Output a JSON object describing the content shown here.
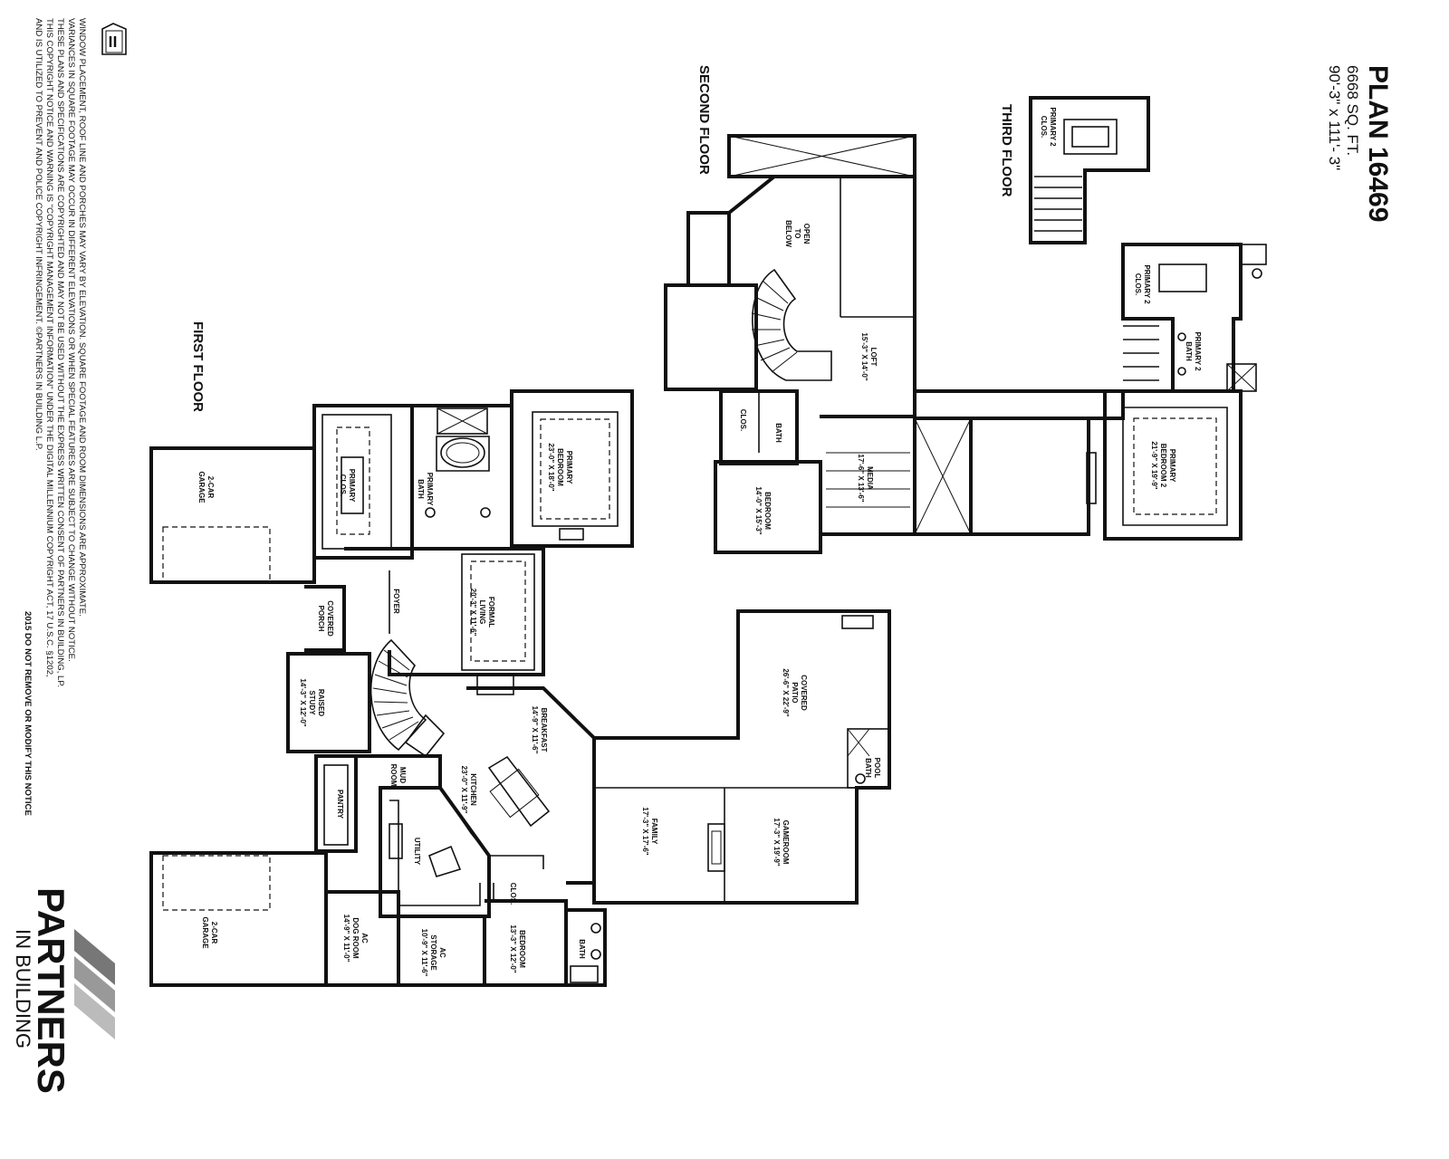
{
  "plan": {
    "title": "PLAN 16469",
    "square_feet": "6668 SQ. FT.",
    "dimensions": "90'-3\" x 111'- 3\""
  },
  "floors": {
    "first": "FIRST FLOOR",
    "second": "SECOND FLOOR",
    "third": "THIRD FLOOR"
  },
  "rooms": {
    "first_floor": [
      {
        "name": "2-CAR GARAGE (NORTH)",
        "line1": "2-CAR",
        "line2": "GARAGE",
        "line3": ""
      },
      {
        "name": "PRIMARY CLOS.",
        "line1": "PRIMARY",
        "line2": "CLOS.",
        "line3": ""
      },
      {
        "name": "PRIMARY BATH",
        "line1": "PRIMARY",
        "line2": "BATH",
        "line3": ""
      },
      {
        "name": "PRIMARY BEDROOM",
        "line1": "PRIMARY",
        "line2": "BEDROOM",
        "line3": "23'-0\" X 18'-0\""
      },
      {
        "name": "COVERED PORCH",
        "line1": "COVERED",
        "line2": "PORCH",
        "line3": ""
      },
      {
        "name": "FOYER",
        "line1": "FOYER",
        "line2": "",
        "line3": ""
      },
      {
        "name": "FORMAL LIVING",
        "line1": "FORMAL",
        "line2": "LIVING",
        "line3": "20'-3\" X 11'-6\""
      },
      {
        "name": "RAISED STUDY",
        "line1": "RAISED",
        "line2": "STUDY",
        "line3": "14'-3\" X 12'-0\""
      },
      {
        "name": "BREAKFAST",
        "line1": "BREAKFAST",
        "line2": "14'-9\" X 11'-6\"",
        "line3": ""
      },
      {
        "name": "KITCHEN",
        "line1": "KITCHEN",
        "line2": "23'-0\" X 11'-9\"",
        "line3": ""
      },
      {
        "name": "MUD ROOM",
        "line1": "MUD",
        "line2": "ROOM",
        "line3": ""
      },
      {
        "name": "PANTRY",
        "line1": "PANTRY",
        "line2": "",
        "line3": ""
      },
      {
        "name": "UTILITY",
        "line1": "UTILITY",
        "line2": "",
        "line3": ""
      },
      {
        "name": "2-CAR GARAGE (SOUTH)",
        "line1": "2-CAR",
        "line2": "GARAGE",
        "line3": ""
      },
      {
        "name": "AC DOG ROOM",
        "line1": "AC",
        "line2": "DOG ROOM",
        "line3": "14'-9\" X 11'-0\""
      },
      {
        "name": "AC STORAGE",
        "line1": "AC",
        "line2": "STORAGE",
        "line3": "10'-9\" X 11'-6\""
      },
      {
        "name": "BEDROOM (FIRST)",
        "line1": "BEDROOM",
        "line2": "13'-3\" X 12'-0\"",
        "line3": ""
      },
      {
        "name": "CLOS. (FIRST)",
        "line1": "CLOS.",
        "line2": "",
        "line3": ""
      },
      {
        "name": "BATH (FIRST)",
        "line1": "BATH",
        "line2": "",
        "line3": ""
      },
      {
        "name": "FAMILY",
        "line1": "FAMILY",
        "line2": "17'-3\" X 17'-6\"",
        "line3": ""
      },
      {
        "name": "GAMEROOM",
        "line1": "GAMEROOM",
        "line2": "17'-3\" X 19'-9\"",
        "line3": ""
      },
      {
        "name": "COVERED PATIO",
        "line1": "COVERED",
        "line2": "PATIO",
        "line3": "26'-6\" X 22'-9\""
      },
      {
        "name": "POOL BATH",
        "line1": "POOL",
        "line2": "BATH",
        "line3": ""
      }
    ],
    "second_floor": [
      {
        "name": "OPEN TO BELOW",
        "line1": "OPEN",
        "line2": "TO",
        "line3": "BELOW"
      },
      {
        "name": "LOFT",
        "line1": "LOFT",
        "line2": "15'-3\" X 14'-0\"",
        "line3": ""
      },
      {
        "name": "MEDIA",
        "line1": "MEDIA",
        "line2": "17'-6\" X 13'-6\"",
        "line3": ""
      },
      {
        "name": "CLOS. (SECOND)",
        "line1": "CLOS.",
        "line2": "",
        "line3": ""
      },
      {
        "name": "BATH (SECOND)",
        "line1": "BATH",
        "line2": "",
        "line3": ""
      },
      {
        "name": "BEDROOM (SECOND)",
        "line1": "BEDROOM",
        "line2": "14'-0\" X 15'-3\"",
        "line3": ""
      },
      {
        "name": "PRIMARY 2 CLOS.",
        "line1": "PRIMARY 2",
        "line2": "CLOS.",
        "line3": ""
      },
      {
        "name": "PRIMARY 2 BATH",
        "line1": "PRIMARY 2",
        "line2": "BATH",
        "line3": ""
      },
      {
        "name": "PRIMARY BEDROOM 2",
        "line1": "PRIMARY",
        "line2": "BEDROOM 2",
        "line3": "21'-9\" X 19'-9\""
      }
    ],
    "third_floor": [
      {
        "name": "PRIMARY 2 CLOS. (THIRD)",
        "line1": "PRIMARY 2",
        "line2": "CLOS.",
        "line3": ""
      }
    ]
  },
  "disclaimer": {
    "line1": "WINDOW PLACEMENT, ROOF LINE AND PORCHES MAY VARY BY ELEVATION. SQUARE FOOTAGE AND ROOM DIMENSIONS ARE APPROXIMATE.",
    "line2": "VARIANCES IN SQUARE FOOTAGE MAY OCCUR IN DIFFERENT ELEVATIONS OR WHEN SPECIAL FEATURES ARE SUBJECT TO CHANGE WITHOUT NOTICE.",
    "line3": "THESE PLANS AND SPECIFICATIONS ARE COPYRIGHTED AND MAY NOT BE USED WITHOUT THE EXPRESS WRITTEN CONSENT OF PARTNERS IN BUILDING, LP.",
    "line4": "THIS COPYRIGHT NOTICE AND WARNING IS \"COPYRIGHT MANAGEMENT INFORMATION\" UNDER THE DIGITAL MILLENNIUM COPYRIGHT ACT, 17 U.S.C.    §1202,",
    "line5": "AND IS UTILIZED TO PREVENT AND POLICE COPYRIGHT INFRINGEMENT.  ©PARTNERS IN BUILDING L.P.",
    "line6": "2015   DO NOT REMOVE OR MODIFY THIS NOTICE"
  },
  "brand": {
    "name": "PARTNERS",
    "tagline": "IN BUILDING"
  },
  "icons": [
    "equal-housing-icon",
    "partners-logo-icon"
  ]
}
